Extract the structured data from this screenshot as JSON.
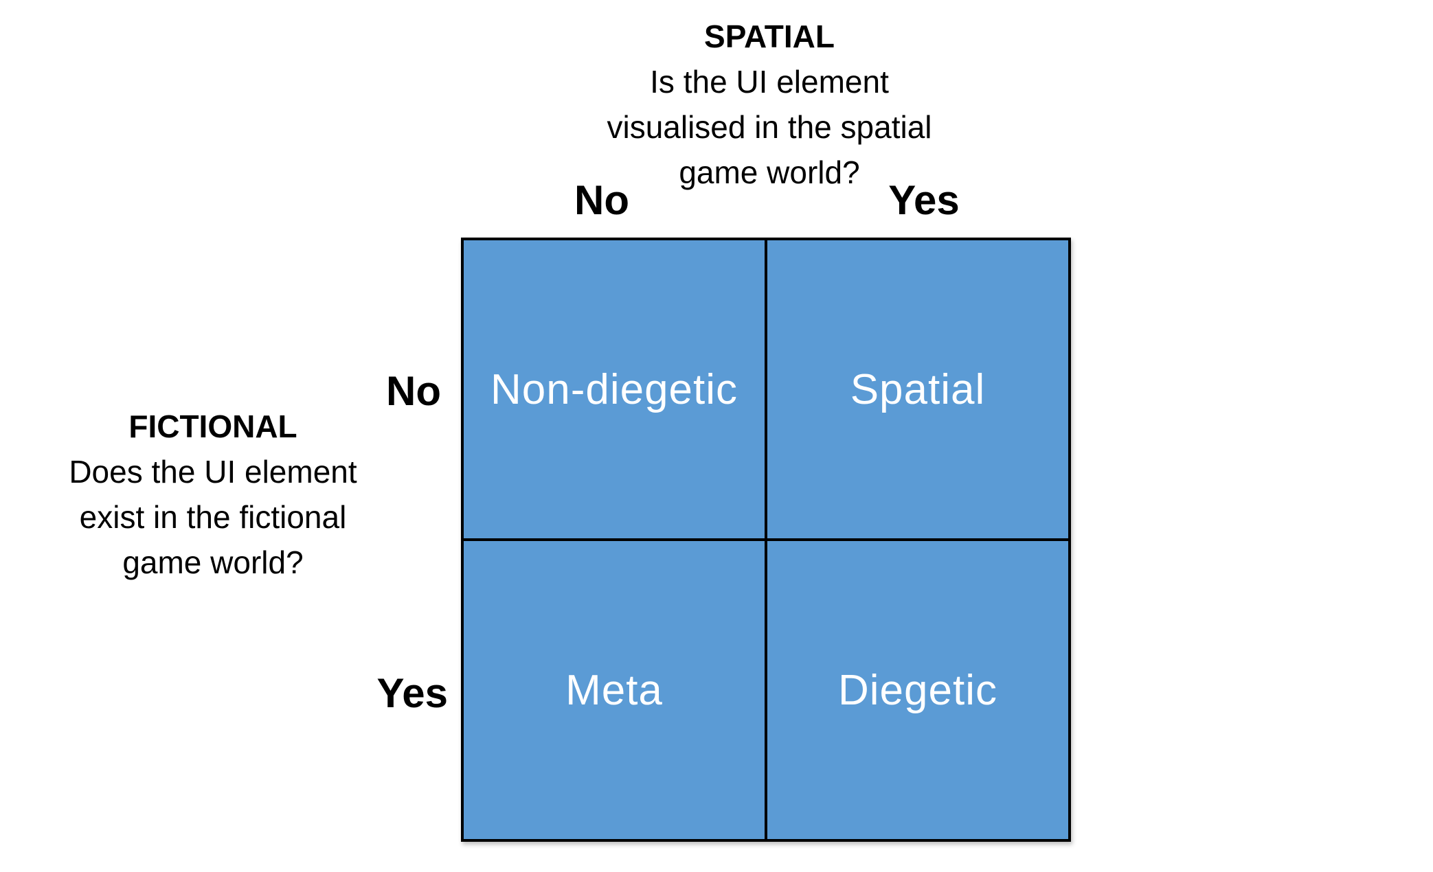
{
  "spatial_axis": {
    "title": "SPATIAL",
    "question_lines": [
      "Is the UI element",
      "visualised in the spatial",
      "game world?"
    ],
    "options": [
      "No",
      "Yes"
    ]
  },
  "fictional_axis": {
    "title": "FICTIONAL",
    "question_lines": [
      "Does the UI element",
      "exist in the fictional",
      "game world?"
    ],
    "options": [
      "No",
      "Yes"
    ]
  },
  "quadrants": [
    {
      "label": "Non-diegetic"
    },
    {
      "label": "Spatial"
    },
    {
      "label": "Meta"
    },
    {
      "label": "Diegetic"
    }
  ],
  "colors": {
    "cell_fill": "#5b9bd5",
    "border": "#000000",
    "cell_text": "#ffffff"
  }
}
